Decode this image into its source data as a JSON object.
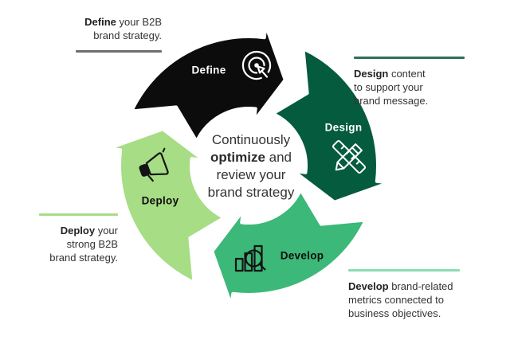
{
  "figure": {
    "type": "cycle-diagram",
    "center_text": {
      "pre": "Continuously\n",
      "bold": "optimize",
      "post": " and\nreview your\nbrand strategy"
    },
    "segments": [
      {
        "id": "define",
        "label": "Define",
        "color": "#0c0c0c",
        "label_color": "#ffffff",
        "icon": "target-cursor-icon"
      },
      {
        "id": "design",
        "label": "Design",
        "color": "#055b3e",
        "label_color": "#ffffff",
        "icon": "pencil-ruler-icon"
      },
      {
        "id": "develop",
        "label": "Develop",
        "color": "#3cb878",
        "label_color": "#0e0e0e",
        "icon": "bar-chart-magnifier-icon"
      },
      {
        "id": "deploy",
        "label": "Deploy",
        "color": "#a6dd85",
        "label_color": "#0e0e0e",
        "icon": "megaphone-icon"
      }
    ],
    "notes": {
      "define": {
        "bold": "Define",
        "rest": " your B2B\nbrand strategy.",
        "rule_color": "#6d6d6d"
      },
      "design": {
        "bold": "Design",
        "rest": " content\nto support your\nbrand message.",
        "rule_color": "#2e6f58"
      },
      "develop": {
        "bold": "Develop",
        "rest": " brand-related\nmetrics connected to\nbusiness objectives.",
        "rule_color": "#8cdcb1"
      },
      "deploy": {
        "bold": "Deploy",
        "rest": " your\nstrong B2B\nbrand strategy.",
        "rule_color": "#a6dd85"
      }
    }
  }
}
